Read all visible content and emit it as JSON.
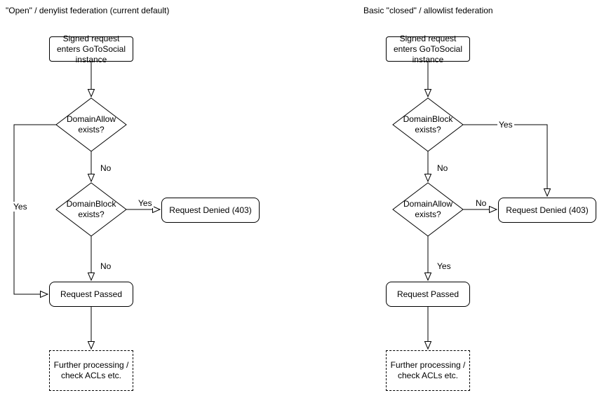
{
  "left": {
    "title": "\"Open\" / denylist federation (current default)",
    "start": "Signed request enters GoToSocial instance",
    "decision1": "DomainAllow exists?",
    "decision2": "DomainBlock exists?",
    "denied": "Request Denied (403)",
    "passed": "Request Passed",
    "further": "Further processing / check ACLs etc.",
    "labels": {
      "decision1_no": "No",
      "decision1_yes": "Yes",
      "decision2_yes": "Yes",
      "decision2_no": "No"
    }
  },
  "right": {
    "title": "Basic \"closed\" / allowlist federation",
    "start": "Signed request enters GoToSocial instance",
    "decision1": "DomainBlock exists?",
    "decision2": "DomainAllow exists?",
    "denied": "Request Denied (403)",
    "passed": "Request Passed",
    "further": "Further processing / check ACLs etc.",
    "labels": {
      "decision1_yes": "Yes",
      "decision1_no": "No",
      "decision2_no": "No",
      "decision2_yes": "Yes"
    }
  }
}
